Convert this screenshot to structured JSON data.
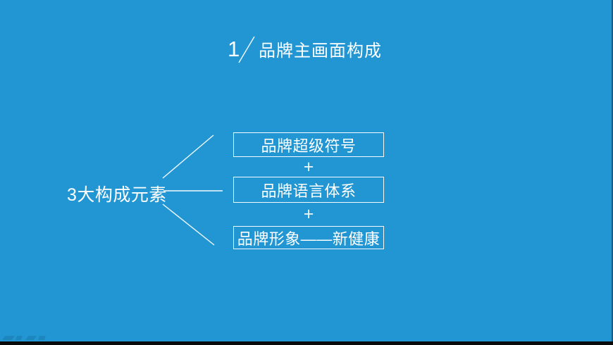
{
  "slide": {
    "title": {
      "number": "1",
      "text": "品牌主画面构成"
    },
    "diagram": {
      "label": "3大构成元素",
      "plus": "+",
      "boxes": [
        {
          "label": "品牌超级符号"
        },
        {
          "label": "品牌语言体系"
        },
        {
          "label": "品牌形象——新健康"
        }
      ]
    },
    "colors": {
      "background": "#2196d3",
      "foreground": "#ffffff",
      "bottom_bar": "#0b0b0b"
    }
  }
}
